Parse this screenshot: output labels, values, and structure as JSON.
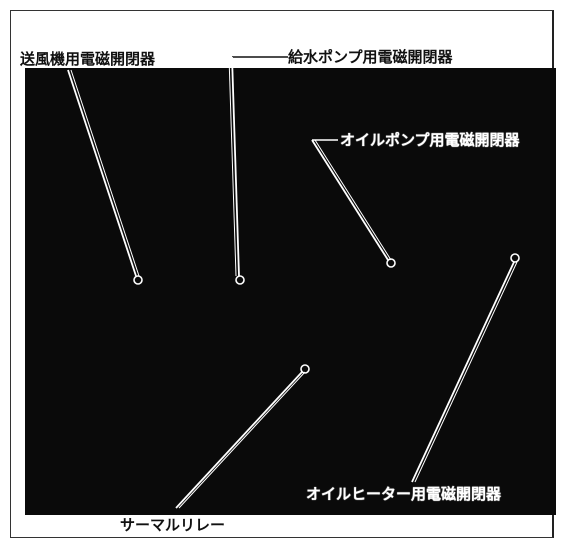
{
  "figure": {
    "labels": {
      "blower": "送風機用電磁開閉器",
      "water_pump": "給水ポンプ用電磁開閉器",
      "oil_pump": "オイルポンプ用電磁開閉器",
      "oil_heater": "オイルヒーター用電磁開閉器",
      "thermal_relay": "サーマルリレー"
    }
  }
}
